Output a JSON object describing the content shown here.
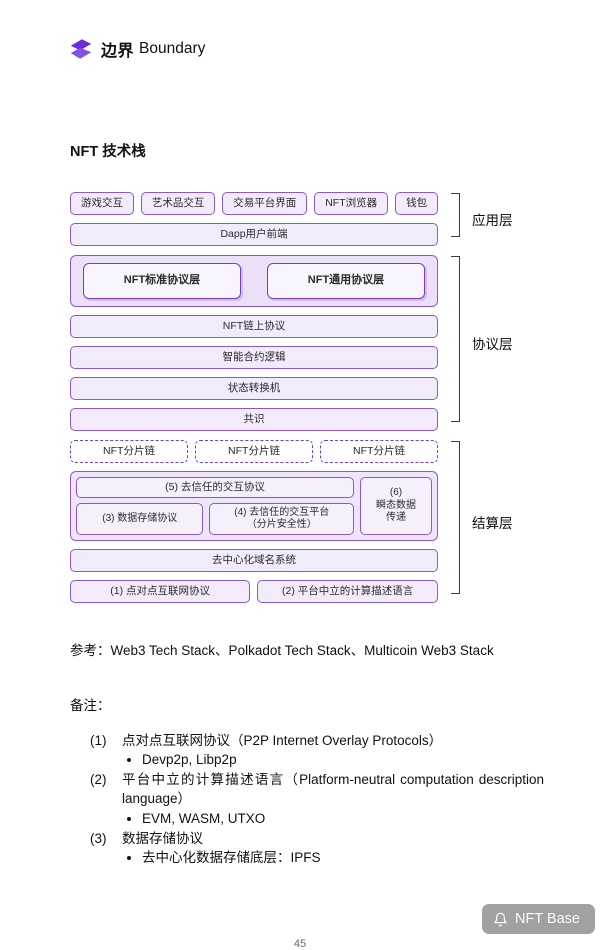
{
  "header": {
    "logo_cn": "边界",
    "logo_en": "Boundary"
  },
  "title": "NFT 技术栈",
  "diagram": {
    "app_row1": [
      "游戏交互",
      "艺术品交互",
      "交易平台界面",
      "NFT浏览器",
      "钱包"
    ],
    "app_row2": "Dapp用户前端",
    "protocol_top": [
      "NFT标准协议层",
      "NFT通用协议层"
    ],
    "protocol_rows": [
      "NFT链上协议",
      "智能合约逻辑",
      "状态转换机",
      "共识"
    ],
    "shards": [
      "NFT分片链",
      "NFT分片链",
      "NFT分片链"
    ],
    "cluster": {
      "p5": "(5) 去信任的交互协议",
      "p3": "(3) 数据存储协议",
      "p4": "(4) 去信任的交互平台\n（分片安全性）",
      "p6": "(6)\n瞬态数据\n传递"
    },
    "dns": "去中心化域名系统",
    "bottom": {
      "p1": "(1) 点对点互联网协议",
      "p2": "(2) 平台中立的计算描述语言"
    },
    "layer_labels": [
      "应用层",
      "协议层",
      "结算层"
    ],
    "accent_color": "#7a3cc8",
    "box_fill": "#f2ebfb"
  },
  "reference": "参考：Web3 Tech Stack、Polkadot Tech Stack、Multicoin Web3 Stack",
  "notes": {
    "heading": "备注：",
    "items": [
      {
        "num": "(1)",
        "text": "点对点互联网协议（P2P Internet Overlay Protocols）",
        "bullets": [
          "Devp2p, Libp2p"
        ]
      },
      {
        "num": "(2)",
        "text": "平台中立的计算描述语言（Platform-neutral computation description language）",
        "bullets": [
          "EVM, WASM, UTXO"
        ]
      },
      {
        "num": "(3)",
        "text": "数据存储协议",
        "bullets": [
          "去中心化数据存储底层：IPFS"
        ]
      }
    ]
  },
  "watermark": "NFT Base",
  "page_number": "45"
}
